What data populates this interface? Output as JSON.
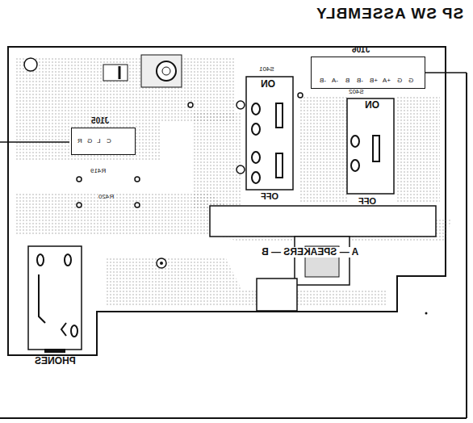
{
  "diagram": {
    "title": "SP SW ASSEMBLY",
    "nodes": [
      {
        "text": [
          "J105"
        ]
      },
      {
        "text": [
          "J106"
        ]
      },
      {
        "text": [
          "S401",
          "ON",
          "OFF"
        ]
      },
      {
        "text": [
          "S402",
          "ON",
          "OFF"
        ]
      },
      {
        "text": [
          "A — SPEAKERS — B"
        ]
      },
      {
        "text": [
          "PHONES"
        ]
      }
    ],
    "labels": [
      "R",
      "G",
      "L",
      "C",
      "-B",
      "-A",
      "B",
      "-B",
      "+B",
      "+A",
      "G",
      "G",
      "R419",
      "R420"
    ]
  }
}
